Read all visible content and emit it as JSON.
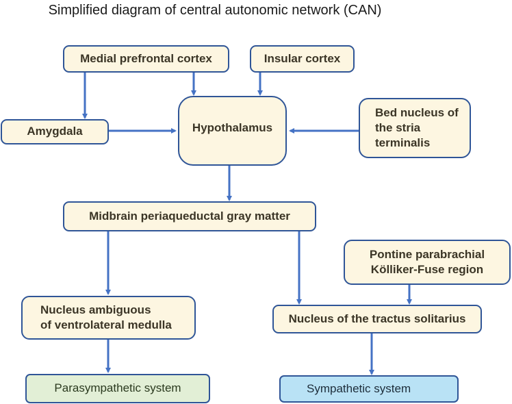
{
  "title": "Simplified diagram of central autonomic network (CAN)",
  "colors": {
    "node_fill": "#fdf6e1",
    "node_border": "#2f5597",
    "arrow": "#4472c4",
    "parasympathetic_fill": "#e2efd6",
    "sympathetic_fill": "#b9e2f5"
  },
  "nodes": {
    "medial_prefrontal_cortex": "Medial prefrontal cortex",
    "insular_cortex": "Insular cortex",
    "amygdala": "Amygdala",
    "hypothalamus": "Hypothalamus",
    "bed_nucleus": "Bed nucleus of\nthe stria\nterminalis",
    "midbrain_pag": "Midbrain periaqueductal gray matter",
    "pontine_parabrachial": "Pontine parabrachial\nKölliker-Fuse region",
    "nucleus_ambiguous": "Nucleus ambiguous\nof ventrolateral medulla",
    "nucleus_tractus_solitarius": "Nucleus of the tractus solitarius",
    "parasympathetic_system": "Parasympathetic system",
    "sympathetic_system": "Sympathetic system"
  },
  "edges": [
    {
      "from": "Medial prefrontal cortex",
      "to": "Amygdala"
    },
    {
      "from": "Medial prefrontal cortex",
      "to": "Hypothalamus"
    },
    {
      "from": "Insular cortex",
      "to": "Hypothalamus"
    },
    {
      "from": "Amygdala",
      "to": "Hypothalamus"
    },
    {
      "from": "Bed nucleus of the stria terminalis",
      "to": "Hypothalamus"
    },
    {
      "from": "Hypothalamus",
      "to": "Midbrain periaqueductal gray matter"
    },
    {
      "from": "Midbrain periaqueductal gray matter",
      "to": "Nucleus ambiguous of ventrolateral medulla"
    },
    {
      "from": "Midbrain periaqueductal gray matter",
      "to": "Nucleus of the tractus solitarius"
    },
    {
      "from": "Pontine parabrachial Kölliker-Fuse region",
      "to": "Nucleus of the tractus solitarius"
    },
    {
      "from": "Nucleus ambiguous of ventrolateral medulla",
      "to": "Parasympathetic system"
    },
    {
      "from": "Nucleus of the tractus solitarius",
      "to": "Sympathetic system"
    }
  ]
}
